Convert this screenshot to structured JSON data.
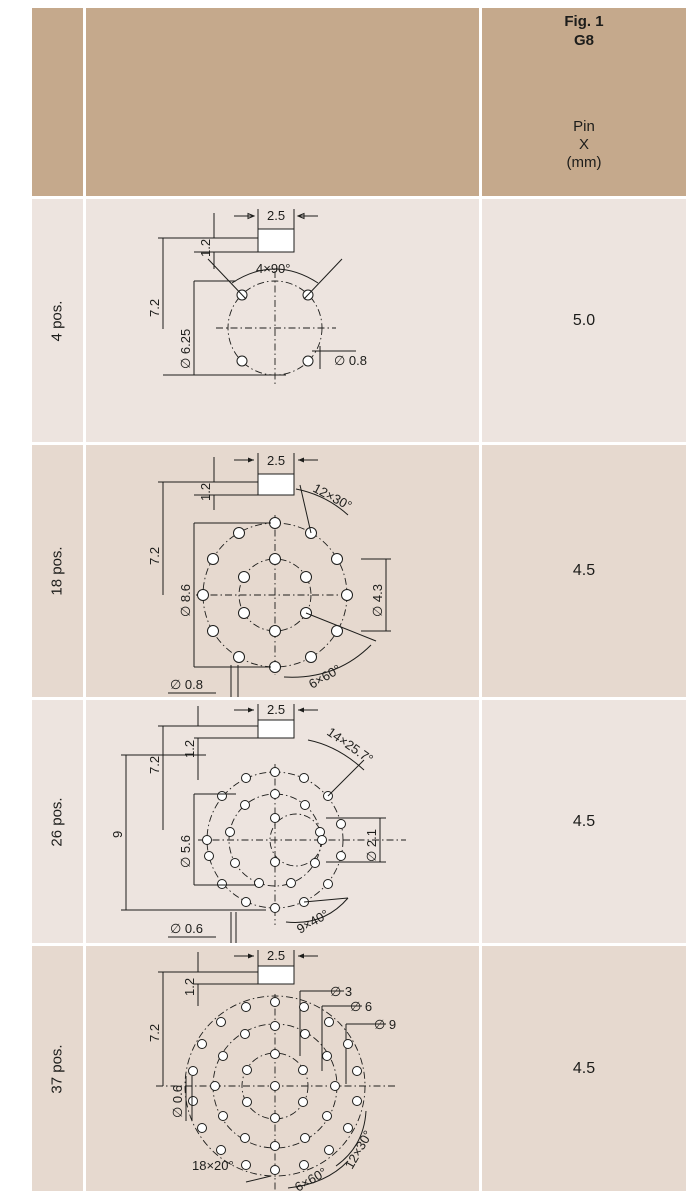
{
  "header": {
    "fig_label": "Fig. 1",
    "series": "G8",
    "col_pin": "Pin",
    "col_x": "X",
    "col_unit": "(mm)"
  },
  "rows": [
    {
      "label": "4 pos.",
      "x_mm": "5.0",
      "dims": {
        "width": "2.5",
        "height": "1.2",
        "offset": "7.2",
        "angle": "4×90°",
        "circle": "∅ 6.25",
        "pin": "∅ 0.8"
      }
    },
    {
      "label": "18 pos.",
      "x_mm": "4.5",
      "dims": {
        "width": "2.5",
        "height": "1.2",
        "offset": "7.2",
        "angle_outer": "12×30°",
        "circle_outer": "∅ 8.6",
        "circle_inner": "∅ 4.3",
        "angle_inner": "6×60°",
        "pin": "∅ 0.8"
      }
    },
    {
      "label": "26 pos.",
      "x_mm": "4.5",
      "dims": {
        "width": "2.5",
        "height": "1.2",
        "offset": "7.2",
        "offset2": "9",
        "angle_outer": "14×25.7°",
        "circle_outer": "∅ 5.6",
        "circle_inner": "∅ 2.1",
        "angle_inner": "9×40°",
        "pin": "∅ 0.6"
      }
    },
    {
      "label": "37 pos.",
      "x_mm": "4.5",
      "dims": {
        "width": "2.5",
        "height": "1.2",
        "offset": "7.2",
        "circle_1": "∅ 3",
        "circle_2": "∅ 6",
        "circle_3": "∅ 9",
        "pin": "∅ 0.6",
        "angle_1": "12×30°",
        "angle_2": "18×20°",
        "angle_3": "6×60°"
      }
    }
  ]
}
